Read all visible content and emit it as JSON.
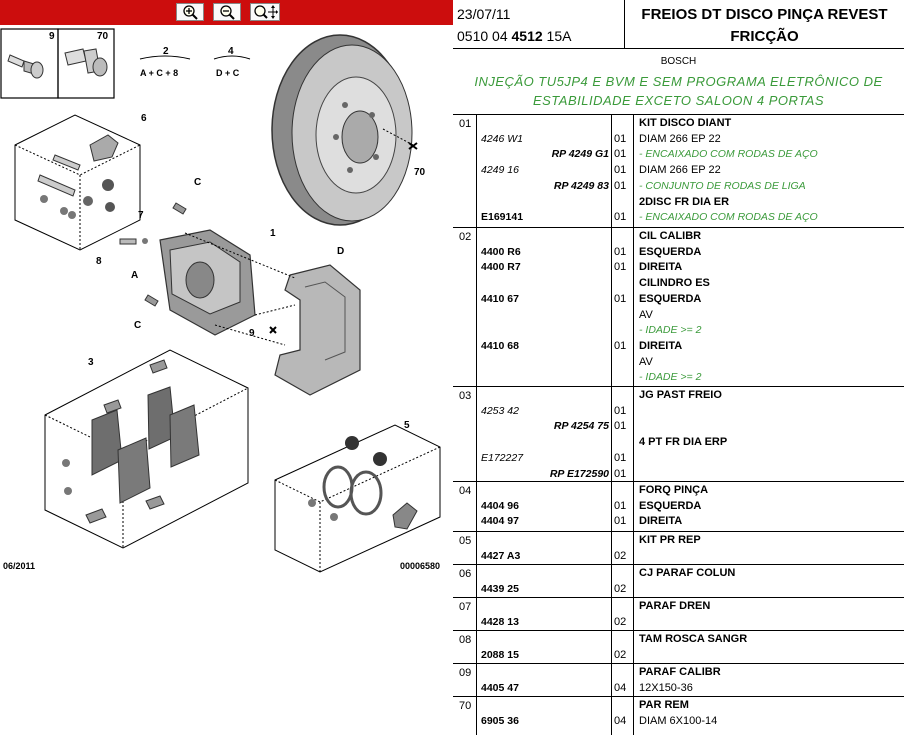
{
  "toolbar": {
    "buttons": [
      {
        "name": "zoom-in-button",
        "icon": "zoom-in-icon"
      },
      {
        "name": "zoom-out-button",
        "icon": "zoom-out-icon"
      },
      {
        "name": "zoom-fit-button",
        "icon": "zoom-pan-icon"
      }
    ],
    "color": "#cc0d0d"
  },
  "diagram": {
    "callouts": [
      "9",
      "70",
      "2",
      "4",
      "6",
      "1",
      "70",
      "C",
      "7",
      "8",
      "A",
      "D",
      "9",
      "C",
      "3",
      "5"
    ],
    "formula_2": "A + C + 8",
    "formula_4": "D + C",
    "footer_date": "06/2011",
    "footer_ref": "00006580"
  },
  "header": {
    "date": "23/07/11",
    "code_prefix": "0510 04",
    "code_bold": "4512",
    "code_suffix": "15A",
    "title": "FREIOS DT DISCO PINÇA REVEST FRICÇÃO"
  },
  "brand": "BOSCH",
  "application_note": "INJEÇÃO TU5JP4 E BVM E SEM PROGRAMA ELETRÔNICO DE ESTABILIDADE EXCETO SALOON 4 PORTAS",
  "rows": [
    {
      "ref": "01",
      "lines": [
        {
          "pn": "",
          "qty": "",
          "desc": "KIT DISCO DIANT",
          "desc_style": "bold"
        },
        {
          "pn": "4246 W1",
          "pn_style": "it",
          "qty": "01",
          "desc": "DIAM 266 EP 22",
          "desc_style": ""
        },
        {
          "pn": "RP 4249 G1",
          "pn_style": "bold-right",
          "qty": "01",
          "desc": "- ENCAIXADO COM RODAS DE AÇO",
          "desc_style": "green"
        },
        {
          "pn": "4249 16",
          "pn_style": "it",
          "qty": "01",
          "desc": "DIAM 266 EP 22",
          "desc_style": ""
        },
        {
          "pn": "RP 4249 83",
          "pn_style": "bold-right",
          "qty": "01",
          "desc": "- CONJUNTO DE RODAS DE LIGA",
          "desc_style": "green"
        },
        {
          "pn": "",
          "qty": "",
          "desc": "2DISC FR DIA ER",
          "desc_style": "bold"
        },
        {
          "pn": "E169141",
          "pn_style": "bold",
          "qty": "01",
          "desc": "- ENCAIXADO COM RODAS DE AÇO",
          "desc_style": "green"
        }
      ]
    },
    {
      "ref": "02",
      "lines": [
        {
          "pn": "",
          "qty": "",
          "desc": "CIL CALIBR",
          "desc_style": "bold"
        },
        {
          "pn": "4400 R6",
          "pn_style": "bold",
          "qty": "01",
          "desc": "ESQUERDA",
          "desc_style": "bold"
        },
        {
          "pn": "4400 R7",
          "pn_style": "bold",
          "qty": "01",
          "desc": "DIREITA",
          "desc_style": "bold"
        },
        {
          "pn": "",
          "qty": "",
          "desc": "CILINDRO ES",
          "desc_style": "bold"
        },
        {
          "pn": "4410 67",
          "pn_style": "bold",
          "qty": "01",
          "desc": "ESQUERDA",
          "desc_style": "bold"
        },
        {
          "pn": "",
          "qty": "",
          "desc": "AV",
          "desc_style": ""
        },
        {
          "pn": "",
          "qty": "",
          "desc": "- IDADE >= 2",
          "desc_style": "green"
        },
        {
          "pn": "4410 68",
          "pn_style": "bold",
          "qty": "01",
          "desc": "DIREITA",
          "desc_style": "bold"
        },
        {
          "pn": "",
          "qty": "",
          "desc": "AV",
          "desc_style": ""
        },
        {
          "pn": "",
          "qty": "",
          "desc": "- IDADE >= 2",
          "desc_style": "green"
        }
      ]
    },
    {
      "ref": "03",
      "lines": [
        {
          "pn": "",
          "qty": "",
          "desc": "JG PAST FREIO",
          "desc_style": "bold"
        },
        {
          "pn": "4253 42",
          "pn_style": "it",
          "qty": "01",
          "desc": "",
          "desc_style": ""
        },
        {
          "pn": "RP 4254 75",
          "pn_style": "bold-right",
          "qty": "01",
          "desc": "",
          "desc_style": ""
        },
        {
          "pn": "",
          "qty": "",
          "desc": "4 PT FR DIA ERP",
          "desc_style": "bold"
        },
        {
          "pn": "E172227",
          "pn_style": "it",
          "qty": "01",
          "desc": "",
          "desc_style": ""
        },
        {
          "pn": "RP E172590",
          "pn_style": "bold-right",
          "qty": "01",
          "desc": "",
          "desc_style": ""
        }
      ]
    },
    {
      "ref": "04",
      "lines": [
        {
          "pn": "",
          "qty": "",
          "desc": "FORQ PINÇA",
          "desc_style": "bold"
        },
        {
          "pn": "4404 96",
          "pn_style": "bold",
          "qty": "01",
          "desc": "ESQUERDA",
          "desc_style": "bold"
        },
        {
          "pn": "4404 97",
          "pn_style": "bold",
          "qty": "01",
          "desc": "DIREITA",
          "desc_style": "bold"
        }
      ]
    },
    {
      "ref": "05",
      "lines": [
        {
          "pn": "",
          "qty": "",
          "desc": "KIT PR REP",
          "desc_style": "bold"
        },
        {
          "pn": "4427 A3",
          "pn_style": "bold",
          "qty": "02",
          "desc": "",
          "desc_style": ""
        }
      ]
    },
    {
      "ref": "06",
      "lines": [
        {
          "pn": "",
          "qty": "",
          "desc": "CJ PARAF COLUN",
          "desc_style": "bold"
        },
        {
          "pn": "4439 25",
          "pn_style": "bold",
          "qty": "02",
          "desc": "",
          "desc_style": ""
        }
      ]
    },
    {
      "ref": "07",
      "lines": [
        {
          "pn": "",
          "qty": "",
          "desc": "PARAF DREN",
          "desc_style": "bold"
        },
        {
          "pn": "4428 13",
          "pn_style": "bold",
          "qty": "02",
          "desc": "",
          "desc_style": ""
        }
      ]
    },
    {
      "ref": "08",
      "lines": [
        {
          "pn": "",
          "qty": "",
          "desc": "TAM ROSCA SANGR",
          "desc_style": "bold"
        },
        {
          "pn": "2088 15",
          "pn_style": "bold",
          "qty": "02",
          "desc": "",
          "desc_style": ""
        }
      ]
    },
    {
      "ref": "09",
      "lines": [
        {
          "pn": "",
          "qty": "",
          "desc": "PARAF CALIBR",
          "desc_style": "bold"
        },
        {
          "pn": "4405 47",
          "pn_style": "bold",
          "qty": "04",
          "desc": "12X150-36",
          "desc_style": ""
        }
      ]
    },
    {
      "ref": "70",
      "lines": [
        {
          "pn": "",
          "qty": "",
          "desc": "PAR REM",
          "desc_style": "bold"
        },
        {
          "pn": "6905 36",
          "pn_style": "bold",
          "qty": "04",
          "desc": "DIAM 6X100-14",
          "desc_style": ""
        }
      ]
    }
  ],
  "colors": {
    "toolbar": "#cc0d0d",
    "note_green": "#3a9a3a"
  }
}
